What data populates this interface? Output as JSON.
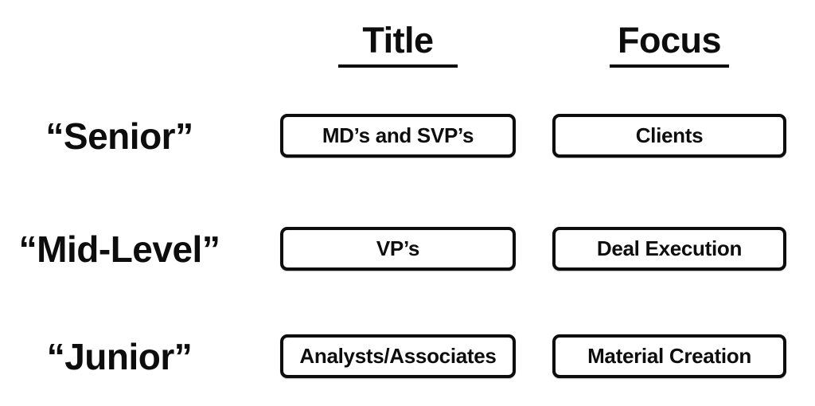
{
  "columns": [
    {
      "label": "Title"
    },
    {
      "label": "Focus"
    }
  ],
  "rows": [
    {
      "level": "“Senior”",
      "title": "MD’s and SVP’s",
      "focus": "Clients"
    },
    {
      "level": "“Mid-Level”",
      "title": "VP’s",
      "focus": "Deal Execution"
    },
    {
      "level": "“Junior”",
      "title": "Analysts/Associates",
      "focus": "Material Creation"
    }
  ],
  "colors": {
    "ink": "#0d0d0d",
    "background": "#ffffff"
  }
}
